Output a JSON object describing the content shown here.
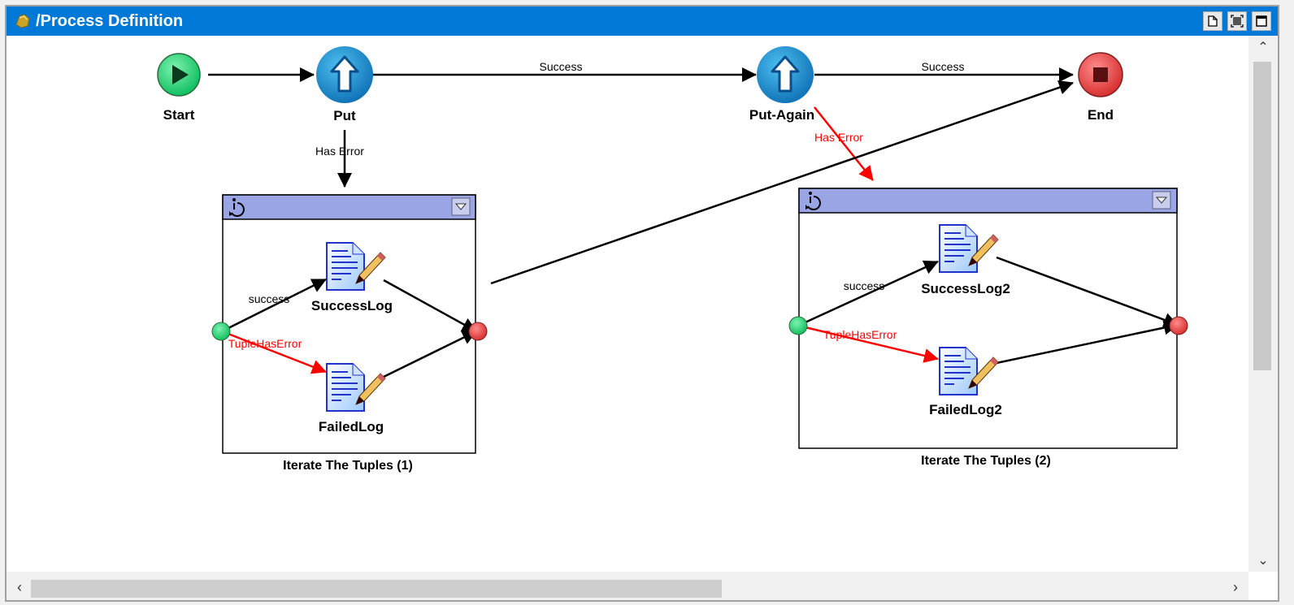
{
  "window": {
    "title": "/Process Definition",
    "buttons": [
      "new-page",
      "fit-view",
      "maximize"
    ]
  },
  "nodes": {
    "start": "Start",
    "put": "Put",
    "put_again": "Put-Again",
    "end": "End"
  },
  "edges": {
    "put_to_put_again": "Success",
    "put_again_to_end": "Success",
    "put_has_error": "Has Error",
    "put_again_has_error": "Has Error"
  },
  "loops": [
    {
      "label": "Iterate The Tuples (1)",
      "success_edge": "success",
      "error_edge": "TupleHasError",
      "success_node": "SuccessLog",
      "failed_node": "FailedLog"
    },
    {
      "label": "Iterate The Tuples (2)",
      "success_edge": "success",
      "error_edge": "TupleHasError",
      "success_node": "SuccessLog2",
      "failed_node": "FailedLog2"
    }
  ],
  "colors": {
    "titlebar": "#0078d7",
    "loop_header": "#9aa5e6",
    "error_edge": "#ff0000",
    "start_green": "#22dd77",
    "end_red": "#e04848",
    "activity_blue": "#1a8fd6"
  }
}
